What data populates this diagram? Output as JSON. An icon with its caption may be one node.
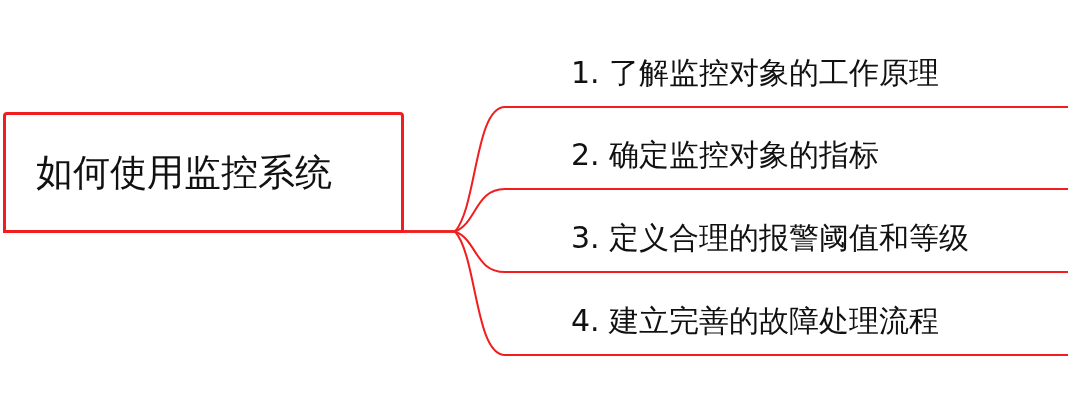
{
  "diagram": {
    "nodes": [
      {
        "text": [
          "如何使用监控系统"
        ]
      },
      {
        "text": [
          "1. 了解监控对象的工作原理"
        ]
      },
      {
        "text": [
          "2. 确定监控对象的指标"
        ]
      },
      {
        "text": [
          "3. 定义合理的报警阈值和等级"
        ]
      },
      {
        "text": [
          "4. 建立完善的故障处理流程"
        ]
      }
    ],
    "edges": [
      {
        "from": 0,
        "to": 1,
        "arrow": "none"
      },
      {
        "from": 0,
        "to": 2,
        "arrow": "none"
      },
      {
        "from": 0,
        "to": 3,
        "arrow": "none"
      },
      {
        "from": 0,
        "to": 4,
        "arrow": "none"
      }
    ]
  }
}
